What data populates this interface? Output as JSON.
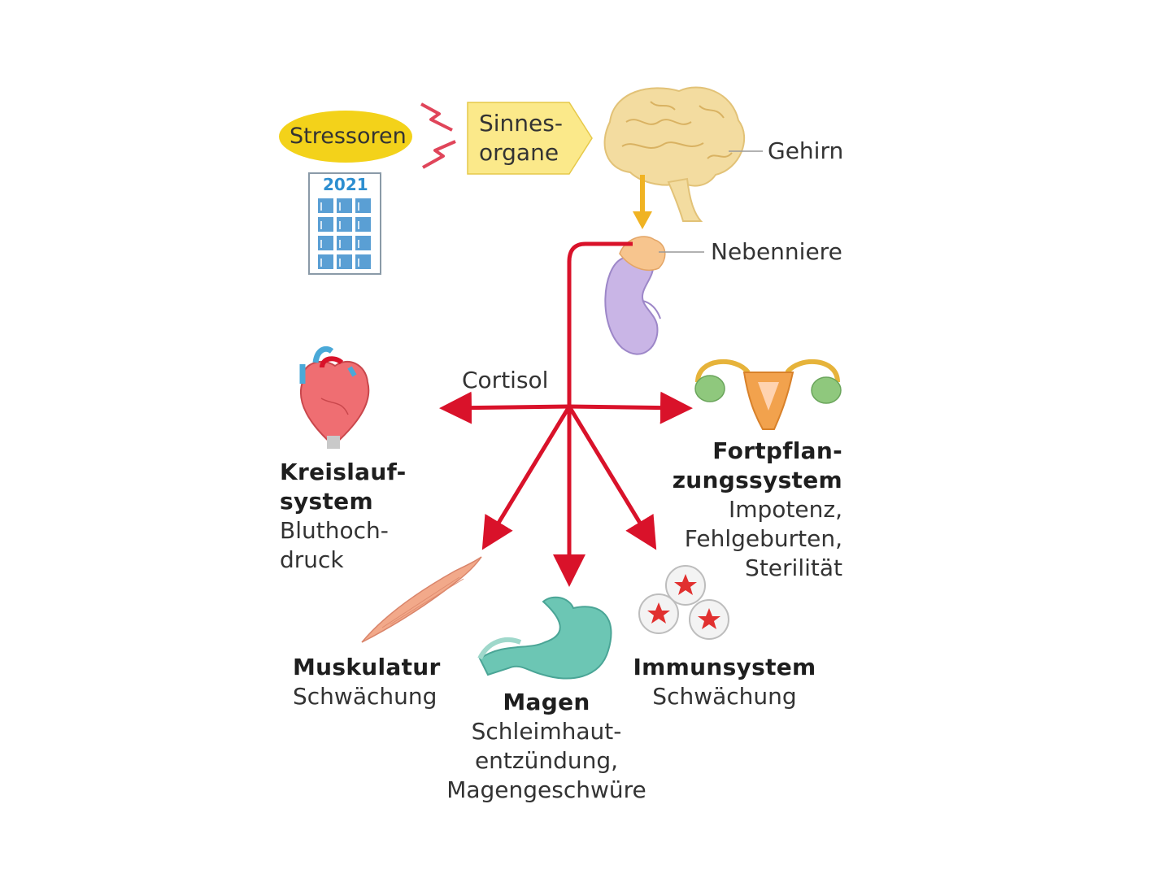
{
  "stressors": {
    "label": "Stressoren",
    "calendar_year": "2021"
  },
  "senses": {
    "line1": "Sinnes-",
    "line2": "organe"
  },
  "brain": {
    "label": "Gehirn"
  },
  "adrenal": {
    "label": "Nebenniere"
  },
  "hormone": {
    "label": "Cortisol"
  },
  "targets": {
    "circulatory": {
      "title1": "Kreislauf-",
      "title2": "system",
      "effect1": "Bluthoch-",
      "effect2": "druck"
    },
    "reproductive": {
      "title1": "Fortpflan-",
      "title2": "zungssystem",
      "effect1": "Impotenz,",
      "effect2": "Fehlgeburten,",
      "effect3": "Sterilität"
    },
    "muscles": {
      "title": "Muskulatur",
      "effect": "Schwächung"
    },
    "stomach": {
      "title": "Magen",
      "effect1": "Schleimhaut-",
      "effect2": "entzündung,",
      "effect3": "Magengeschwüre"
    },
    "immune": {
      "title": "Immunsystem",
      "effect": "Schwächung"
    }
  },
  "colors": {
    "pathway": "#d9122a",
    "stressor_oval": "#f3d21a",
    "senses_box": "#fbe98a",
    "brain": "#f3dca0",
    "brain_arrow": "#f0b323",
    "kidney": "#c9b5e6",
    "adrenal": "#f7c58e",
    "stomach": "#6cc6b4",
    "muscle": "#f2a98a"
  }
}
